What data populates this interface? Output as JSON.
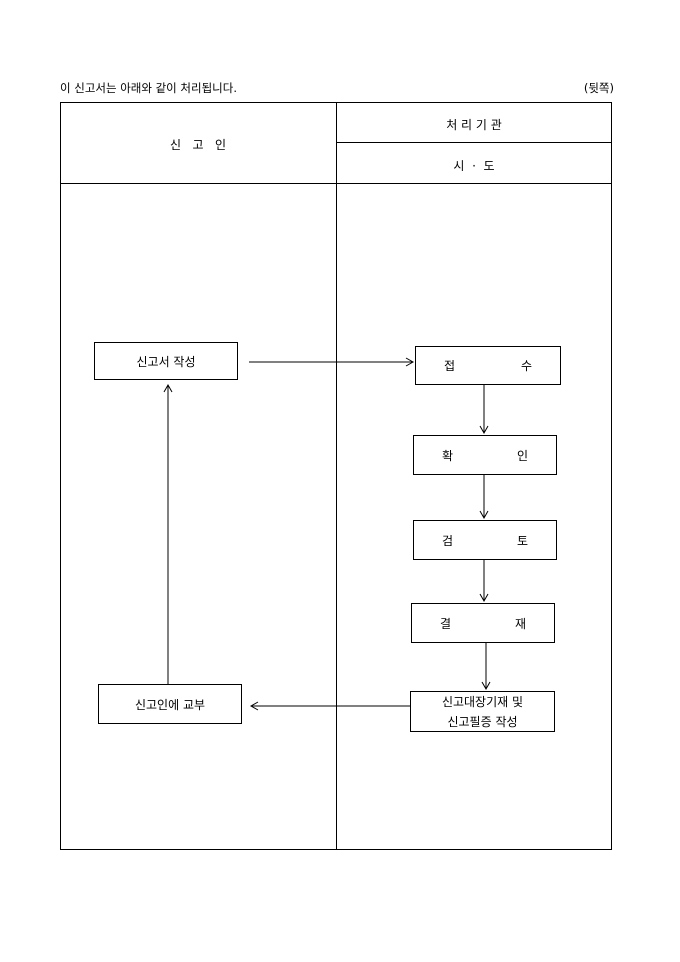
{
  "notice": {
    "text": "이 신고서는 아래와 같이 처리됩니다.",
    "side_label": "(뒷쪽)"
  },
  "header": {
    "applicant": "신   고   인",
    "agency": "처 리 기 관",
    "agency_sub": "시  ·  도"
  },
  "left_steps": {
    "write": "신고서 작성",
    "deliver": "신고인에 교부"
  },
  "right_steps": {
    "receive": [
      "접",
      "수"
    ],
    "confirm": [
      "확",
      "인"
    ],
    "review": [
      "검",
      "토"
    ],
    "approve": [
      "결",
      "재"
    ],
    "record_line1": "신고대장기재 및",
    "record_line2": "신고필증 작성"
  }
}
